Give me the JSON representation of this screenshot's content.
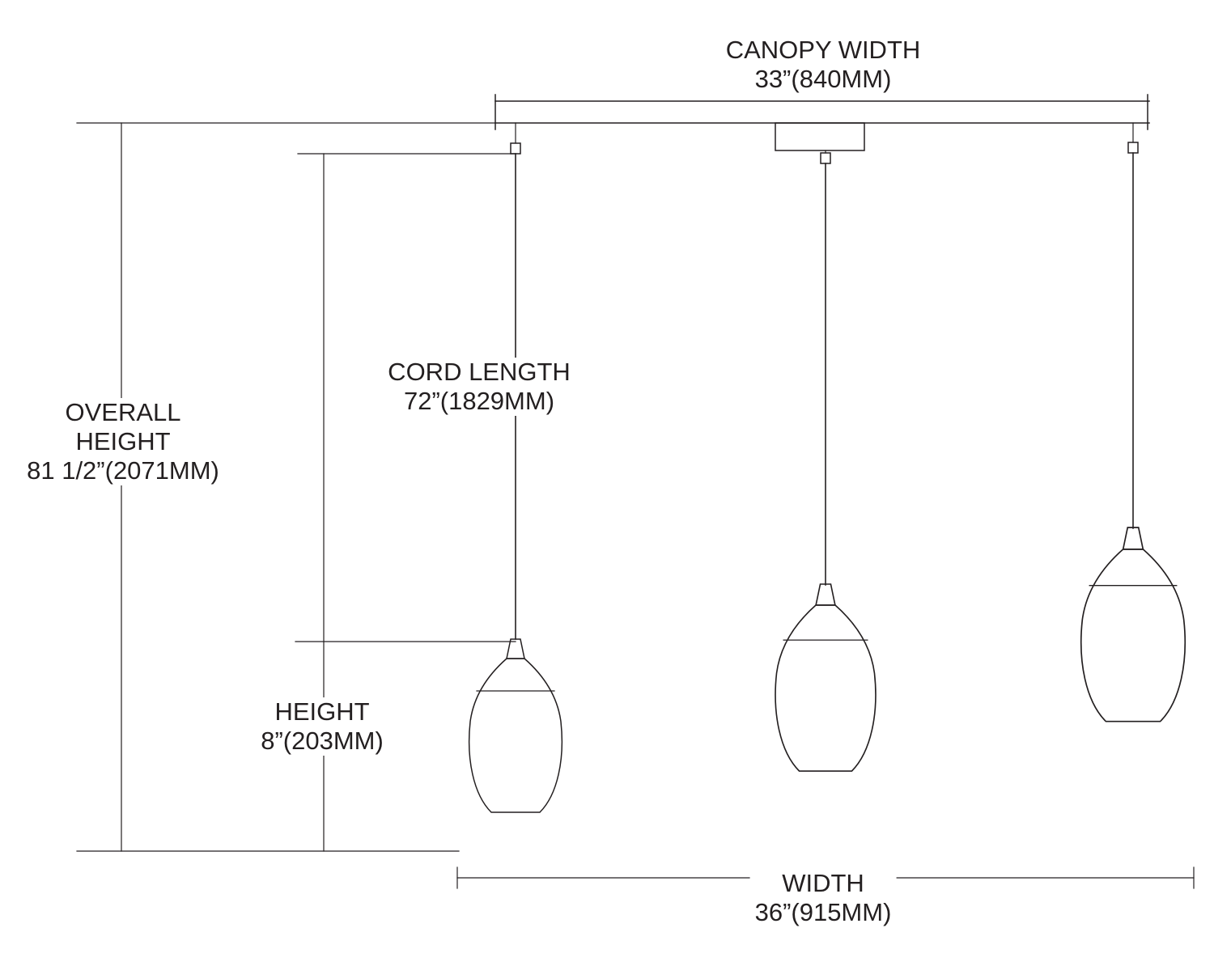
{
  "title": "Pendant light fixture dimension diagram",
  "labels": {
    "canopy_width": {
      "name": "CANOPY WIDTH",
      "value": "33”(840MM)"
    },
    "cord_length": {
      "name": "CORD LENGTH",
      "value": "72”(1829MM)"
    },
    "overall_height": {
      "name_line1": "OVERALL",
      "name_line2": "HEIGHT",
      "value": "81 1/2”(2071MM)"
    },
    "height": {
      "name": "HEIGHT",
      "value": "8”(203MM)"
    },
    "width": {
      "name": "WIDTH",
      "value": "36”(915MM)"
    }
  },
  "colors": {
    "line": "#231f20",
    "background": "#ffffff"
  }
}
